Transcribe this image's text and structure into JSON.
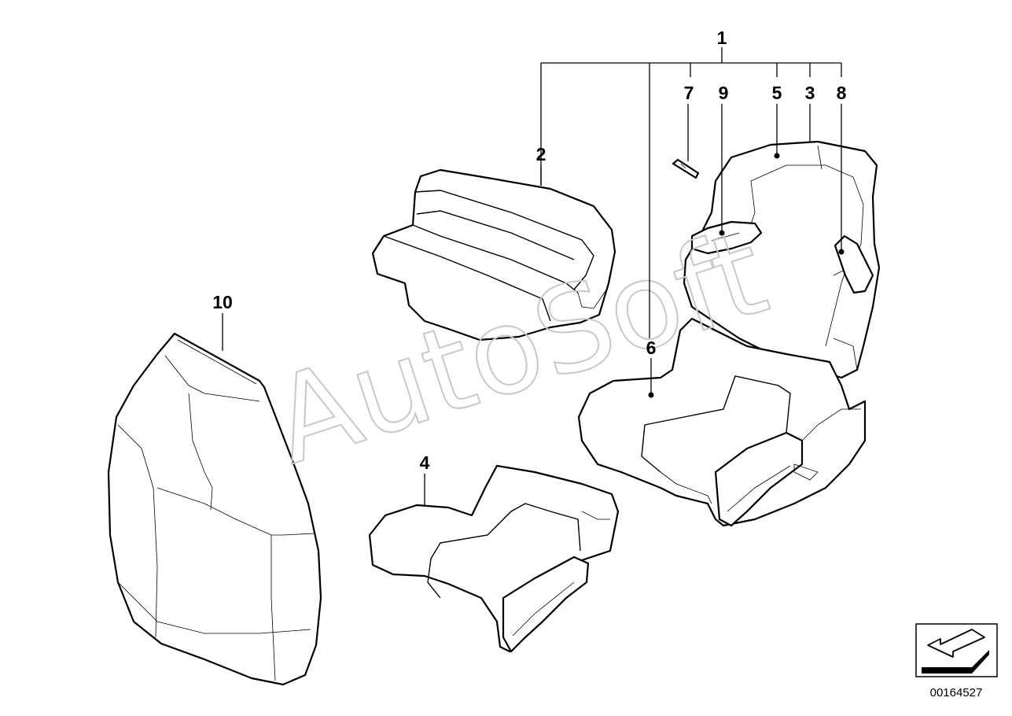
{
  "diagram": {
    "callouts": [
      {
        "id": "1",
        "label": "1"
      },
      {
        "id": "2",
        "label": "2"
      },
      {
        "id": "3",
        "label": "3"
      },
      {
        "id": "4",
        "label": "4"
      },
      {
        "id": "5",
        "label": "5"
      },
      {
        "id": "6",
        "label": "6"
      },
      {
        "id": "7",
        "label": "7"
      },
      {
        "id": "8",
        "label": "8"
      },
      {
        "id": "9",
        "label": "9"
      },
      {
        "id": "10",
        "label": "10"
      }
    ],
    "watermark": "AutoSoft",
    "document_number": "00164527",
    "nav_icon": "direction-arrow-icon"
  }
}
